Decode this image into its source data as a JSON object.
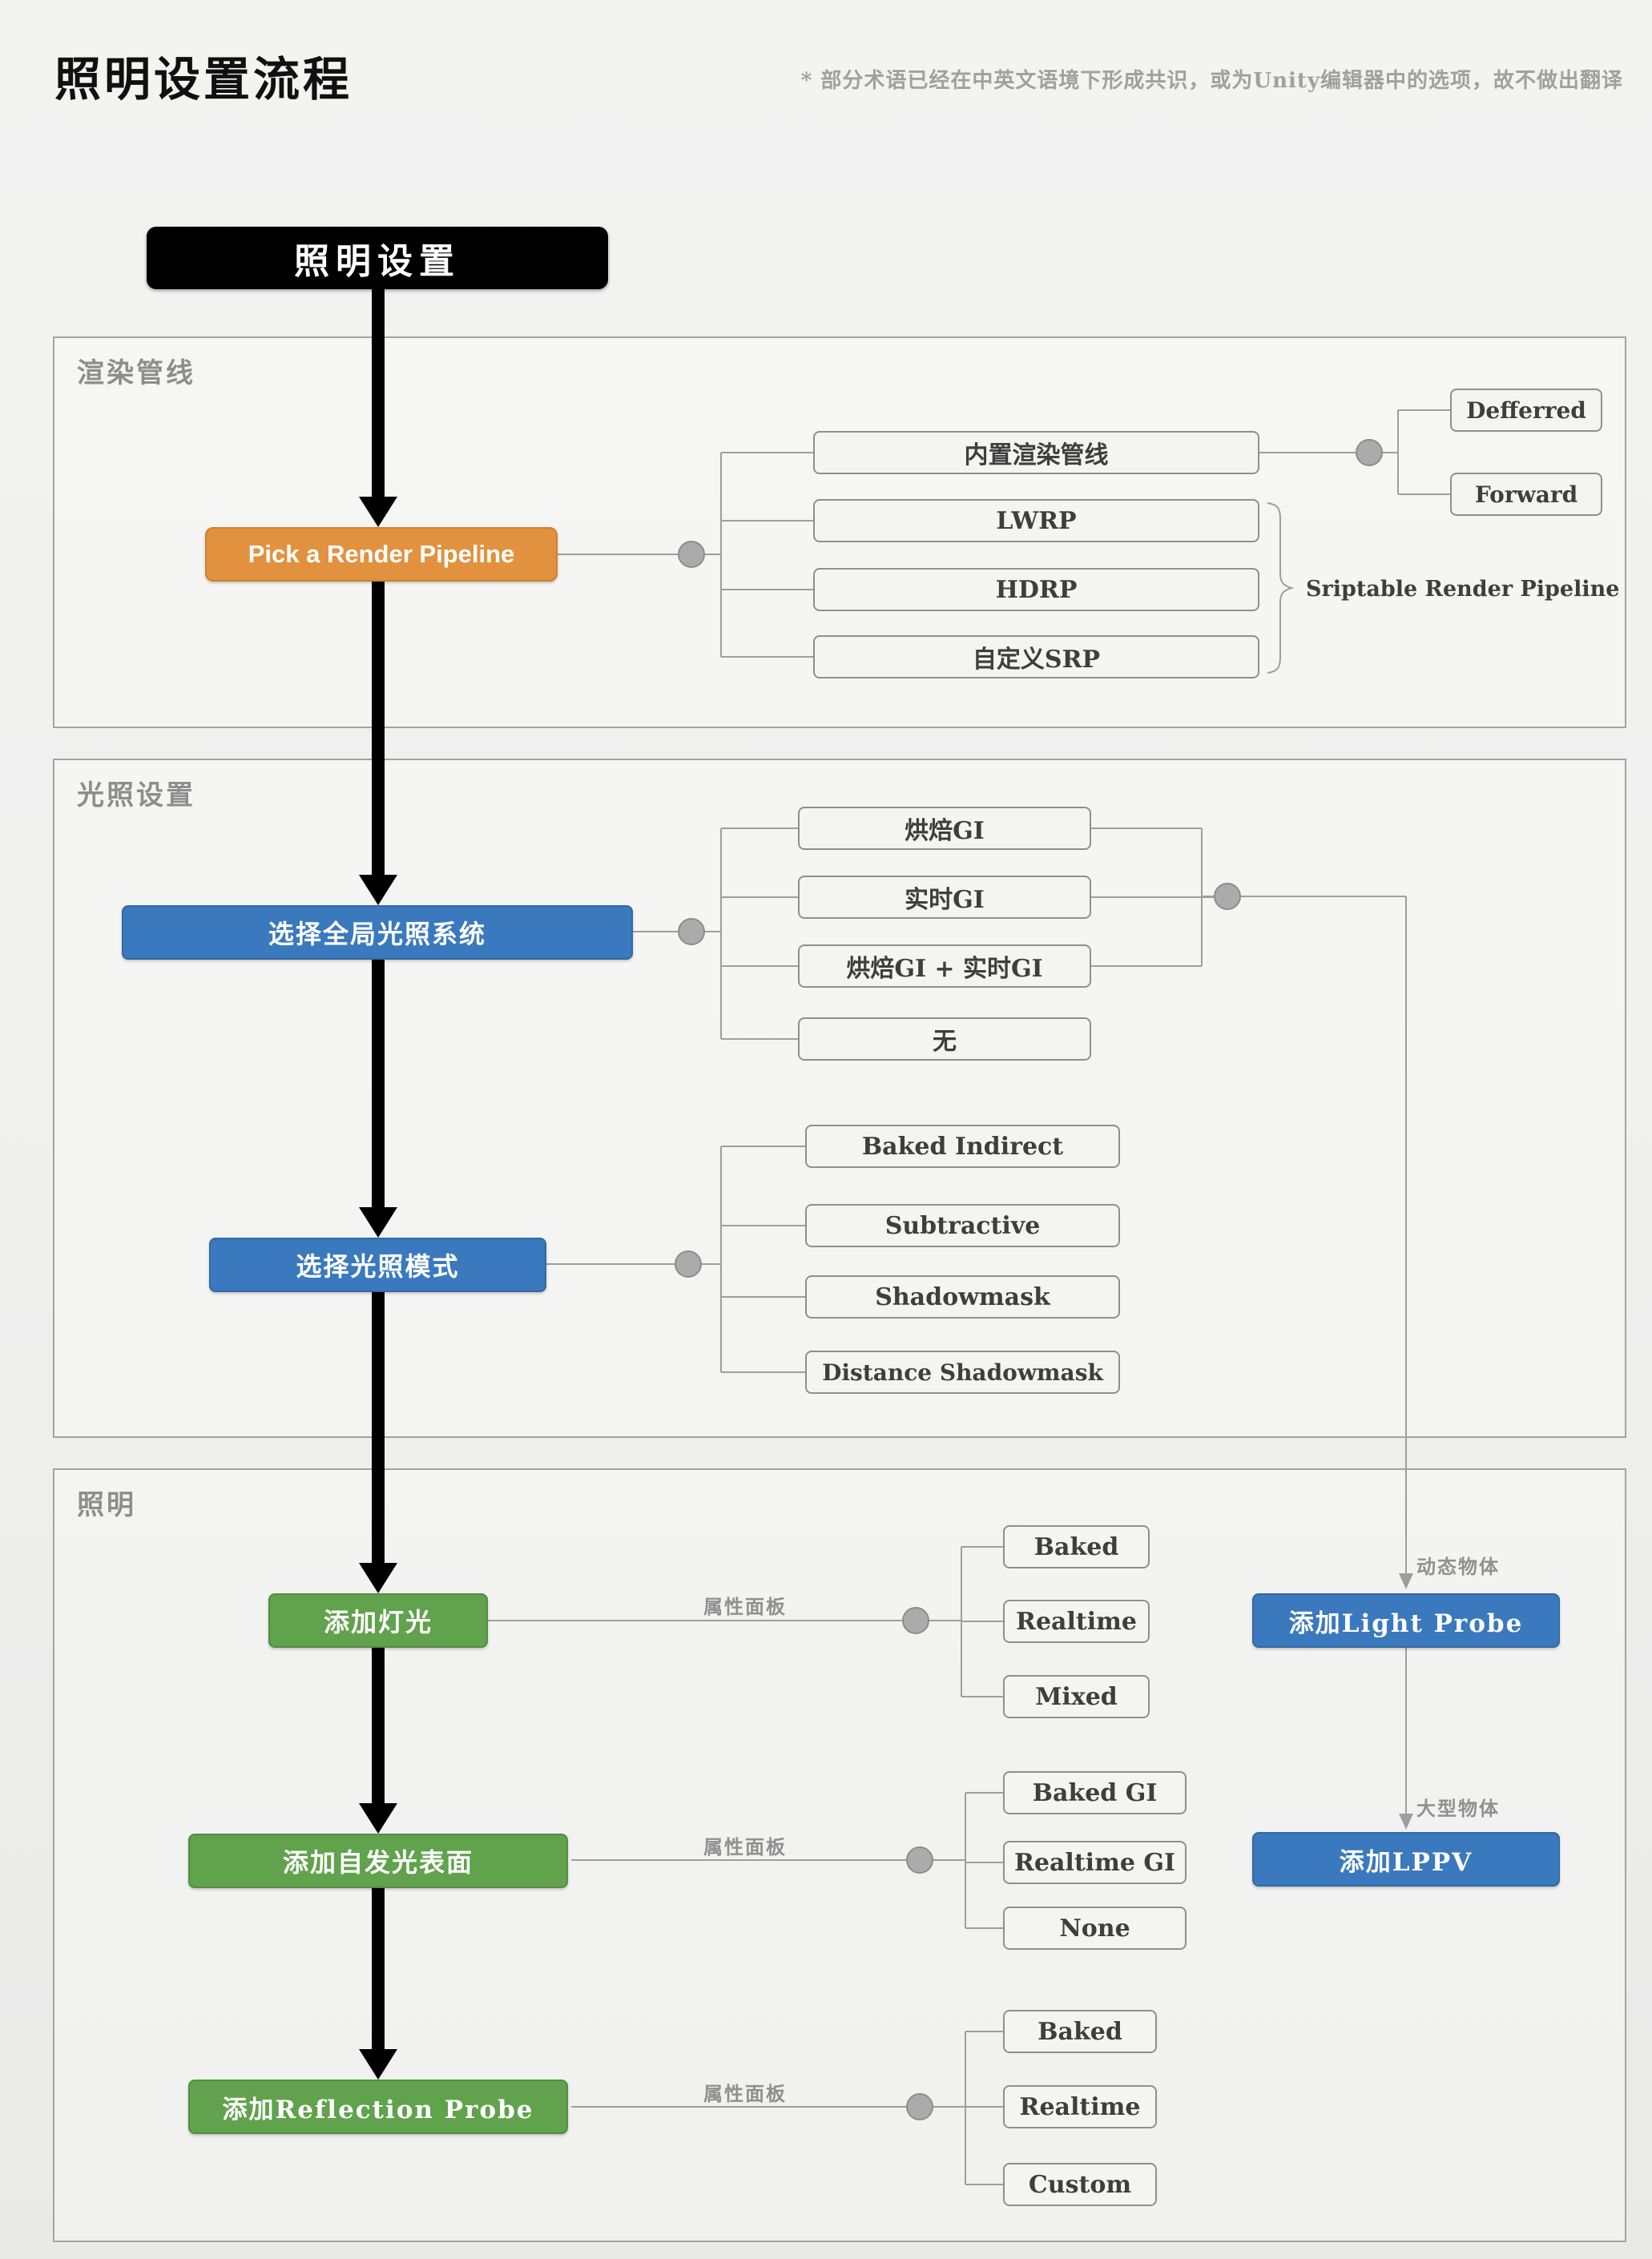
{
  "page": {
    "title": "照明设置流程",
    "note": "* 部分术语已经在中英文语境下形成共识，或为Unity编辑器中的选项，故不做出翻译"
  },
  "root": {
    "label": "照明设置"
  },
  "sections": {
    "render_pipeline": "渲染管线",
    "lighting_settings": "光照设置",
    "lighting": "照明"
  },
  "nodes": {
    "pick_render_pipeline": "Pick a Render Pipeline",
    "builtin_pipeline": "内置渲染管线",
    "lwrp": "LWRP",
    "hdrp": "HDRP",
    "custom_srp": "自定义SRP",
    "deferred": "Defferred",
    "forward": "Forward",
    "choose_gi_system": "选择全局光照系统",
    "baked_gi": "烘焙GI",
    "realtime_gi": "实时GI",
    "baked_plus_realtime_gi": "烘焙GI + 实时GI",
    "none_gi": "无",
    "choose_lighting_mode": "选择光照模式",
    "baked_indirect": "Baked Indirect",
    "subtractive": "Subtractive",
    "shadowmask": "Shadowmask",
    "distance_shadowmask": "Distance Shadowmask",
    "add_light": "添加灯光",
    "light_baked": "Baked",
    "light_realtime": "Realtime",
    "light_mixed": "Mixed",
    "add_light_probe": "添加Light Probe",
    "add_lppv": "添加LPPV",
    "add_emissive": "添加自发光表面",
    "emissive_baked_gi": "Baked GI",
    "emissive_realtime_gi": "Realtime GI",
    "emissive_none": "None",
    "add_reflection_probe": "添加Reflection Probe",
    "refl_baked": "Baked",
    "refl_realtime": "Realtime",
    "refl_custom": "Custom"
  },
  "labels": {
    "srp_bracket": "Sriptable Render Pipeline",
    "properties_panel": "属性面板",
    "dynamic_objects": "动态物体",
    "large_objects": "大型物体"
  },
  "colors": {
    "accent_orange": "#e2923e",
    "accent_blue": "#3a79bd",
    "accent_green": "#61a24c",
    "root_black": "#000000",
    "connector_gray": "#9e9e9e"
  }
}
